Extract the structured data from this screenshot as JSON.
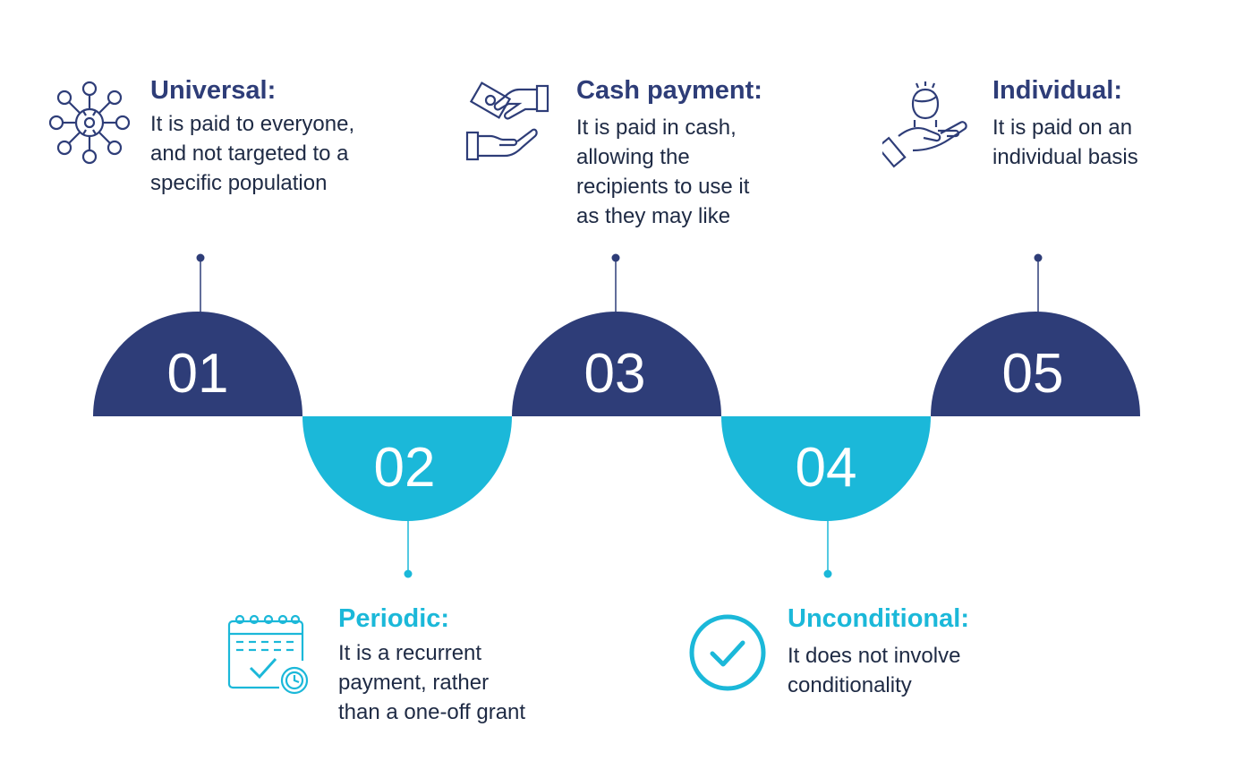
{
  "colors": {
    "dark": "#2e3d78",
    "light": "#1bb8d9",
    "text": "#1e2a44",
    "number": "#ffffff"
  },
  "steps": [
    {
      "number": "01",
      "title": "Universal:",
      "description": "It is paid to everyone,\nand not targeted to a\nspecific population",
      "icon": "network-icon",
      "tone": "dark",
      "side": "top"
    },
    {
      "number": "02",
      "title": "Periodic:",
      "description": "It is a recurrent\npayment, rather\nthan a one-off grant",
      "icon": "calendar-clock-icon",
      "tone": "light",
      "side": "bottom"
    },
    {
      "number": "03",
      "title": "Cash payment:",
      "description": "It is paid in cash,\nallowing the\nrecipients to use it\nas they may like",
      "icon": "cash-hands-icon",
      "tone": "dark",
      "side": "top"
    },
    {
      "number": "04",
      "title": "Unconditional:",
      "description": "It does not involve\nconditionality",
      "icon": "checkmark-circle-icon",
      "tone": "light",
      "side": "bottom"
    },
    {
      "number": "05",
      "title": "Individual:",
      "description": "It is paid on an\nindividual basis",
      "icon": "hand-person-icon",
      "tone": "dark",
      "side": "top"
    }
  ]
}
